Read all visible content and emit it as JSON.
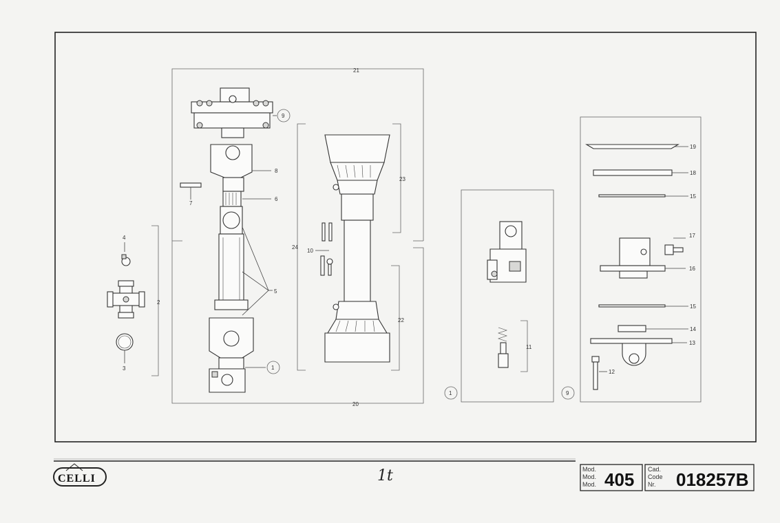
{
  "part_labels": {
    "p1": "1",
    "p2": "2",
    "p3": "3",
    "p4": "4",
    "p5": "5",
    "p6": "6",
    "p7": "7",
    "p8": "8",
    "p9": "9",
    "p10": "10",
    "p11": "11",
    "p12": "12",
    "p13": "13",
    "p14": "14",
    "p15a": "15",
    "p15b": "15",
    "p16": "16",
    "p17": "17",
    "p18": "18",
    "p19": "19",
    "p20": "20",
    "p21": "21",
    "p22": "22",
    "p23": "23",
    "p24": "24"
  },
  "callouts": {
    "c1_main": "1",
    "c9_main": "9",
    "c1_sub": "1",
    "c9_sub": "9"
  },
  "title_block": {
    "brand": "CELLI",
    "mod_labels": [
      "Mod.",
      "Mod.",
      "Mod."
    ],
    "mod_value": "405",
    "code_labels": [
      "Cad.",
      "Code",
      "Nr."
    ],
    "code_value": "018257B",
    "handwritten_mark": "1t"
  },
  "colors": {
    "ink": "#333333",
    "paper": "#f4f4f2"
  }
}
